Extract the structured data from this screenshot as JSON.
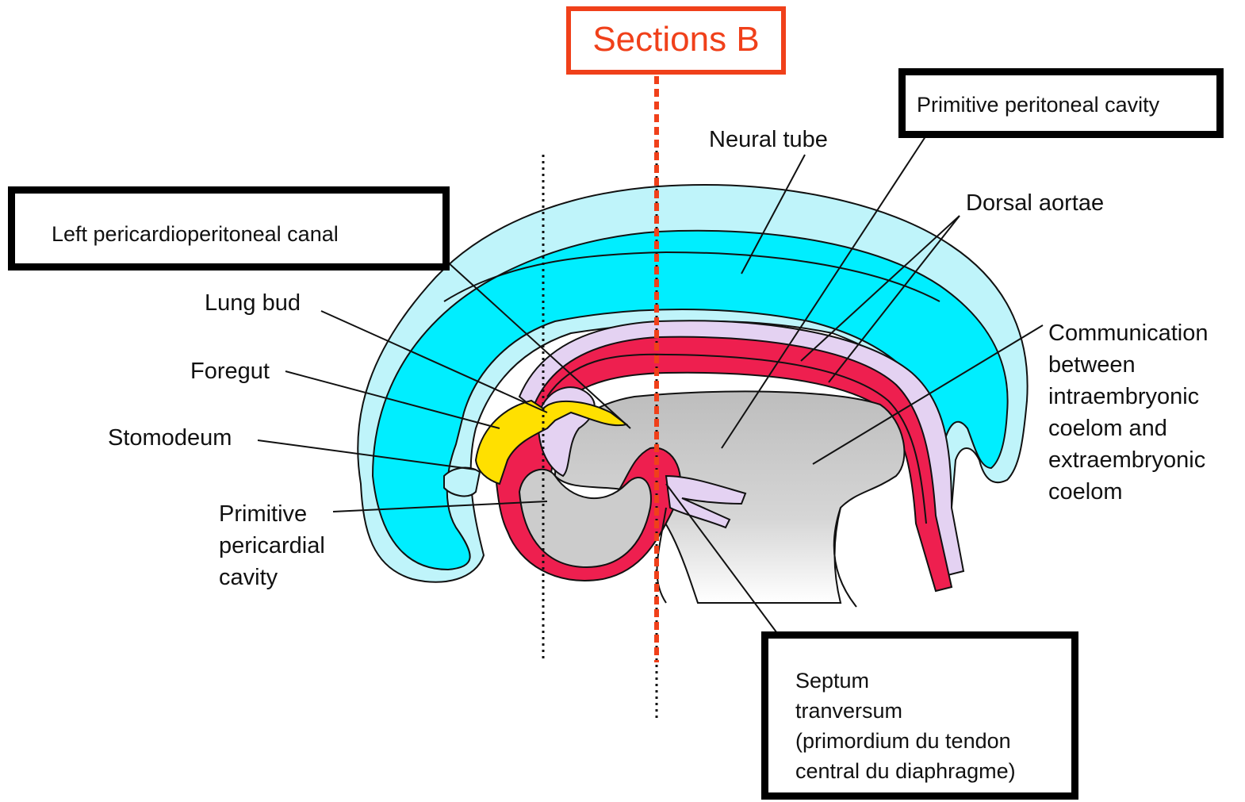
{
  "section_marker": {
    "label": "Sections B",
    "color": "#f0401a"
  },
  "labels": {
    "neural_tube": "Neural tube",
    "dorsal_aortae": "Dorsal aortae",
    "lung_bud": "Lung bud",
    "foregut": "Foregut",
    "stomodeum": "Stomodeum",
    "primitive_pericardial_cavity": [
      "Primitive",
      "pericardial",
      "cavity"
    ],
    "communication": [
      "Communication",
      "between",
      "intraembryonic",
      "coelom and",
      "extraembryonic",
      "coelom"
    ]
  },
  "boxed_labels": {
    "primitive_peritoneal_cavity": "Primitive peritoneal cavity",
    "left_pericardioperitoneal_canal": "Left pericardioperitoneal canal",
    "septum_transversum": [
      "Septum",
      "tranversum",
      "(primordium du tendon",
      "central du diaphragme)"
    ]
  },
  "colors": {
    "ectoderm_cyan": "#00eeff",
    "light_cyan": "#bff4fa",
    "mesoderm_red": "#ee1f4f",
    "lavender": "#e4d2f2",
    "foregut_yellow": "#ffe000",
    "cavity_gray": "#c9c9c9"
  }
}
